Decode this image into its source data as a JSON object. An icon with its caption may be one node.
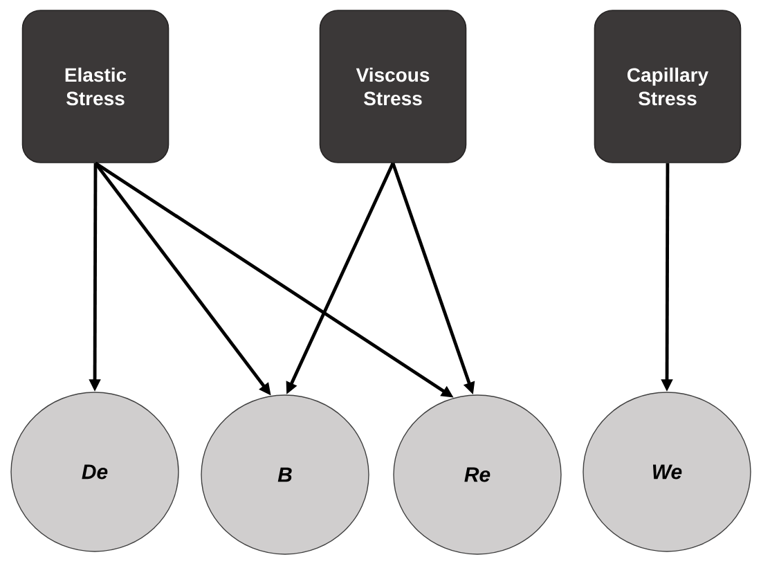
{
  "diagram": {
    "nodes": [
      {
        "text": [
          "Elastic Stress"
        ]
      },
      {
        "text": [
          "Viscous Stress"
        ]
      },
      {
        "text": [
          "Capillary Stress"
        ]
      },
      {
        "text": [
          "De"
        ]
      },
      {
        "text": [
          "B"
        ]
      },
      {
        "text": [
          "Re"
        ]
      },
      {
        "text": [
          "We"
        ]
      }
    ],
    "edges": [
      {
        "from": 0,
        "to": 3,
        "arrow": "to"
      },
      {
        "from": 0,
        "to": 4,
        "arrow": "to"
      },
      {
        "from": 0,
        "to": 5,
        "arrow": "to"
      },
      {
        "from": 1,
        "to": 4,
        "arrow": "to"
      },
      {
        "from": 1,
        "to": 5,
        "arrow": "to"
      },
      {
        "from": 2,
        "to": 6,
        "arrow": "to"
      }
    ]
  }
}
